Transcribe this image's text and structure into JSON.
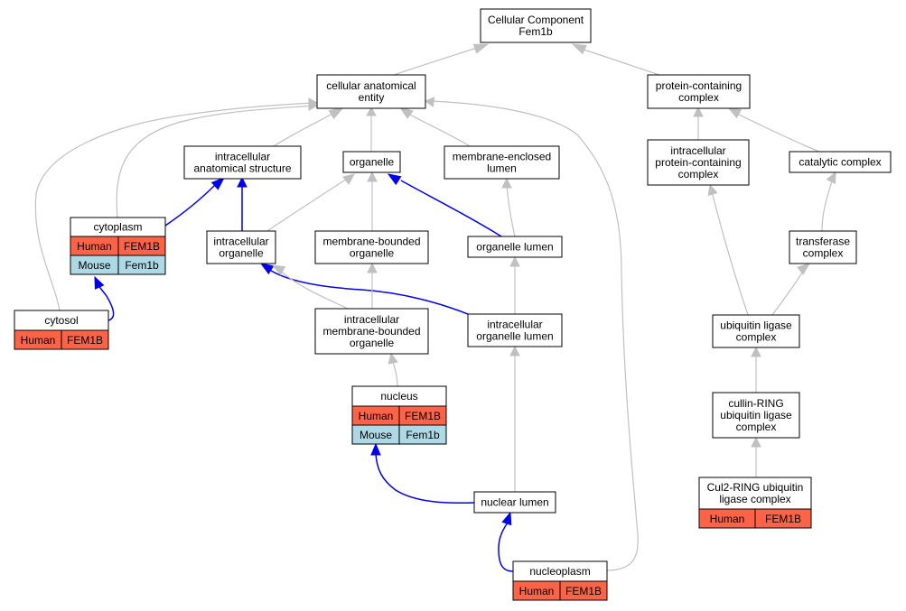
{
  "diagram": {
    "nodes": [
      {
        "id": "root",
        "lines": [
          "Cellular Component",
          "Fem1b"
        ]
      },
      {
        "id": "cae",
        "lines": [
          "cellular anatomical",
          "entity"
        ]
      },
      {
        "id": "pcc",
        "lines": [
          "protein-containing",
          "complex"
        ]
      },
      {
        "id": "ias",
        "lines": [
          "intracellular",
          "anatomical structure"
        ]
      },
      {
        "id": "organelle",
        "lines": [
          "organelle"
        ]
      },
      {
        "id": "mel",
        "lines": [
          "membrane-enclosed",
          "lumen"
        ]
      },
      {
        "id": "ipcc",
        "lines": [
          "intracellular",
          "protein-containing",
          "complex"
        ]
      },
      {
        "id": "catalytic",
        "lines": [
          "catalytic complex"
        ]
      },
      {
        "id": "cytoplasm",
        "lines": [
          "cytoplasm"
        ],
        "annotations": [
          [
            "Human",
            "FEM1B"
          ],
          [
            "Mouse",
            "Fem1b"
          ]
        ]
      },
      {
        "id": "io",
        "lines": [
          "intracellular",
          "organelle"
        ]
      },
      {
        "id": "mbo",
        "lines": [
          "membrane-bounded",
          "organelle"
        ]
      },
      {
        "id": "olumen",
        "lines": [
          "organelle lumen"
        ]
      },
      {
        "id": "transferase",
        "lines": [
          "transferase",
          "complex"
        ]
      },
      {
        "id": "cytosol",
        "lines": [
          "cytosol"
        ],
        "annotations": [
          [
            "Human",
            "FEM1B"
          ]
        ]
      },
      {
        "id": "imbo",
        "lines": [
          "intracellular",
          "membrane-bounded",
          "organelle"
        ]
      },
      {
        "id": "iol",
        "lines": [
          "intracellular",
          "organelle lumen"
        ]
      },
      {
        "id": "ulc",
        "lines": [
          "ubiquitin ligase",
          "complex"
        ]
      },
      {
        "id": "nucleus",
        "lines": [
          "nucleus"
        ],
        "annotations": [
          [
            "Human",
            "FEM1B"
          ],
          [
            "Mouse",
            "Fem1b"
          ]
        ]
      },
      {
        "id": "crulc",
        "lines": [
          "cullin-RING",
          "ubiquitin ligase",
          "complex"
        ]
      },
      {
        "id": "nlumen",
        "lines": [
          "nuclear lumen"
        ]
      },
      {
        "id": "cul2",
        "lines": [
          "Cul2-RING ubiquitin",
          "ligase complex"
        ],
        "annotations": [
          [
            "Human",
            "FEM1B"
          ]
        ]
      },
      {
        "id": "nucleoplasm",
        "lines": [
          "nucleoplasm"
        ],
        "annotations": [
          [
            "Human",
            "FEM1B"
          ]
        ]
      }
    ],
    "edges": [
      {
        "from": "cae",
        "to": "root",
        "kind": "is_a"
      },
      {
        "from": "pcc",
        "to": "root",
        "kind": "is_a"
      },
      {
        "from": "ias",
        "to": "cae",
        "kind": "is_a"
      },
      {
        "from": "organelle",
        "to": "cae",
        "kind": "is_a"
      },
      {
        "from": "mel",
        "to": "cae",
        "kind": "is_a"
      },
      {
        "from": "cytoplasm",
        "to": "cae",
        "kind": "is_a"
      },
      {
        "from": "cytosol",
        "to": "cae",
        "kind": "is_a"
      },
      {
        "from": "nucleoplasm",
        "to": "cae",
        "kind": "is_a"
      },
      {
        "from": "ipcc",
        "to": "pcc",
        "kind": "is_a"
      },
      {
        "from": "catalytic",
        "to": "pcc",
        "kind": "is_a"
      },
      {
        "from": "cytoplasm",
        "to": "ias",
        "kind": "part_of"
      },
      {
        "from": "io",
        "to": "ias",
        "kind": "part_of"
      },
      {
        "from": "io",
        "to": "organelle",
        "kind": "is_a"
      },
      {
        "from": "mbo",
        "to": "organelle",
        "kind": "is_a"
      },
      {
        "from": "olumen",
        "to": "organelle",
        "kind": "part_of"
      },
      {
        "from": "olumen",
        "to": "mel",
        "kind": "is_a"
      },
      {
        "from": "iol",
        "to": "olumen",
        "kind": "is_a"
      },
      {
        "from": "iol",
        "to": "io",
        "kind": "part_of"
      },
      {
        "from": "imbo",
        "to": "io",
        "kind": "is_a"
      },
      {
        "from": "imbo",
        "to": "mbo",
        "kind": "is_a"
      },
      {
        "from": "nucleus",
        "to": "imbo",
        "kind": "is_a"
      },
      {
        "from": "nlumen",
        "to": "iol",
        "kind": "is_a"
      },
      {
        "from": "nlumen",
        "to": "nucleus",
        "kind": "part_of"
      },
      {
        "from": "nucleoplasm",
        "to": "nlumen",
        "kind": "part_of"
      },
      {
        "from": "cytosol",
        "to": "cytoplasm",
        "kind": "part_of"
      },
      {
        "from": "transferase",
        "to": "catalytic",
        "kind": "is_a"
      },
      {
        "from": "ulc",
        "to": "transferase",
        "kind": "is_a"
      },
      {
        "from": "ulc",
        "to": "ipcc",
        "kind": "is_a"
      },
      {
        "from": "crulc",
        "to": "ulc",
        "kind": "is_a"
      },
      {
        "from": "cul2",
        "to": "crulc",
        "kind": "is_a"
      }
    ]
  },
  "colors": {
    "is_a": "#c0c0c0",
    "part_of": "#0000ee",
    "human": "#ff6347",
    "mouse": "#add8e6",
    "box_border": "#000000",
    "box_fill": "#ffffff"
  }
}
